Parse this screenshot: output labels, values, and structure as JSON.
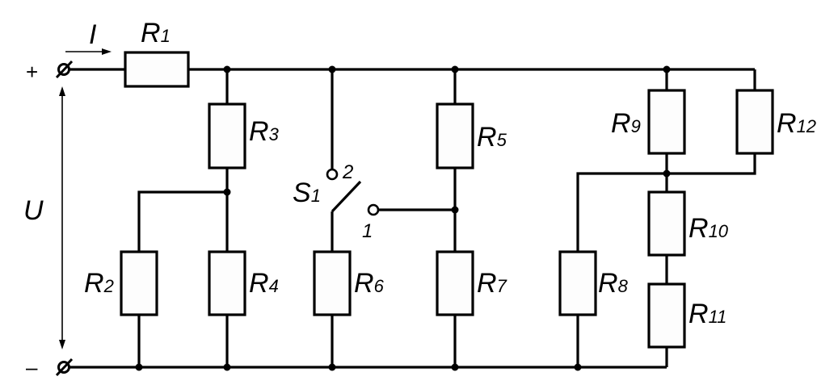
{
  "diagram": {
    "type": "electrical-circuit-schematic",
    "terminals": {
      "plus": {
        "sign": "+"
      },
      "minus": {
        "sign": "–"
      }
    },
    "voltage_label": "U",
    "current_label": "I",
    "resistors": [
      {
        "id": "R1",
        "letter": "R",
        "index": "1"
      },
      {
        "id": "R2",
        "letter": "R",
        "index": "2"
      },
      {
        "id": "R3",
        "letter": "R",
        "index": "3"
      },
      {
        "id": "R4",
        "letter": "R",
        "index": "4"
      },
      {
        "id": "R5",
        "letter": "R",
        "index": "5"
      },
      {
        "id": "R6",
        "letter": "R",
        "index": "6"
      },
      {
        "id": "R7",
        "letter": "R",
        "index": "7"
      },
      {
        "id": "R8",
        "letter": "R",
        "index": "8"
      },
      {
        "id": "R9",
        "letter": "R",
        "index": "9"
      },
      {
        "id": "R10",
        "letter": "R",
        "index": "10"
      },
      {
        "id": "R11",
        "letter": "R",
        "index": "11"
      },
      {
        "id": "R12",
        "letter": "R",
        "index": "12"
      }
    ],
    "switch": {
      "id": "S1",
      "letter": "S",
      "index": "1",
      "contact_1": "1",
      "contact_2": "2"
    },
    "colors": {
      "line": "#000000",
      "resistor_fill": "#fdfdfd",
      "background": "#ffffff"
    }
  }
}
